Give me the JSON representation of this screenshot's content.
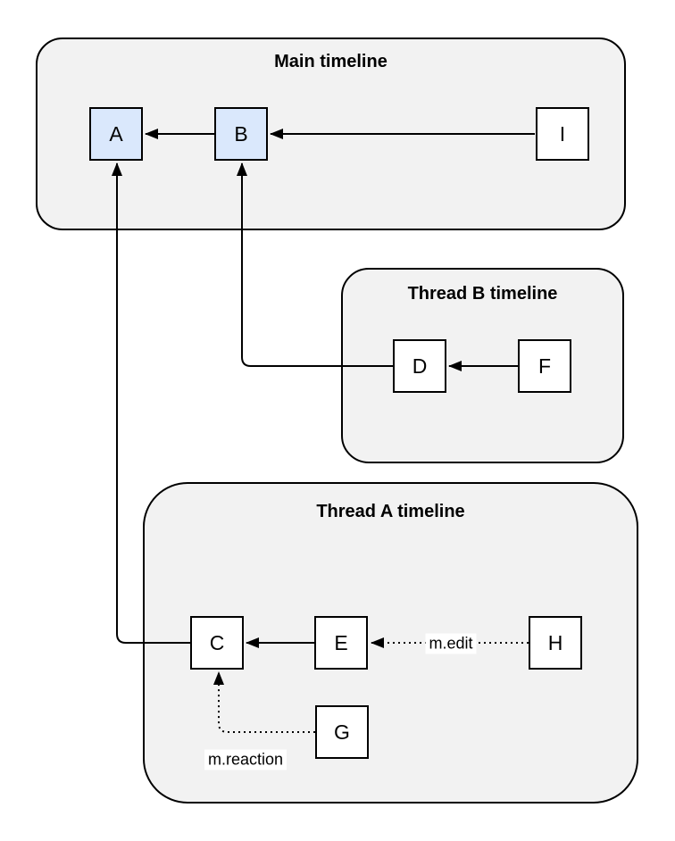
{
  "diagram": {
    "containers": [
      {
        "id": "main",
        "title": "Main timeline"
      },
      {
        "id": "thread-b",
        "title": "Thread B timeline"
      },
      {
        "id": "thread-a",
        "title": "Thread A timeline"
      }
    ],
    "nodes": [
      {
        "id": "A",
        "label": "A",
        "container": "main",
        "highlighted": true
      },
      {
        "id": "B",
        "label": "B",
        "container": "main",
        "highlighted": true
      },
      {
        "id": "I",
        "label": "I",
        "container": "main",
        "highlighted": false
      },
      {
        "id": "D",
        "label": "D",
        "container": "thread-b",
        "highlighted": false
      },
      {
        "id": "F",
        "label": "F",
        "container": "thread-b",
        "highlighted": false
      },
      {
        "id": "C",
        "label": "C",
        "container": "thread-a",
        "highlighted": false
      },
      {
        "id": "E",
        "label": "E",
        "container": "thread-a",
        "highlighted": false
      },
      {
        "id": "H",
        "label": "H",
        "container": "thread-a",
        "highlighted": false
      },
      {
        "id": "G",
        "label": "G",
        "container": "thread-a",
        "highlighted": false
      }
    ],
    "edges": [
      {
        "from": "B",
        "to": "A",
        "style": "solid",
        "label": ""
      },
      {
        "from": "I",
        "to": "B",
        "style": "solid",
        "label": ""
      },
      {
        "from": "D",
        "to": "B",
        "style": "solid",
        "label": ""
      },
      {
        "from": "F",
        "to": "D",
        "style": "solid",
        "label": ""
      },
      {
        "from": "C",
        "to": "A",
        "style": "solid",
        "label": ""
      },
      {
        "from": "E",
        "to": "C",
        "style": "solid",
        "label": ""
      },
      {
        "from": "H",
        "to": "E",
        "style": "dotted",
        "label": "m.edit"
      },
      {
        "from": "G",
        "to": "C",
        "style": "dotted",
        "label": "m.reaction"
      }
    ],
    "colors": {
      "container_fill": "#f2f2f2",
      "container_border": "#000000",
      "node_fill": "#ffffff",
      "node_highlight_fill": "#dae8fc",
      "node_border": "#000000",
      "text": "#000000",
      "canvas_bg": "#ffffff"
    }
  }
}
